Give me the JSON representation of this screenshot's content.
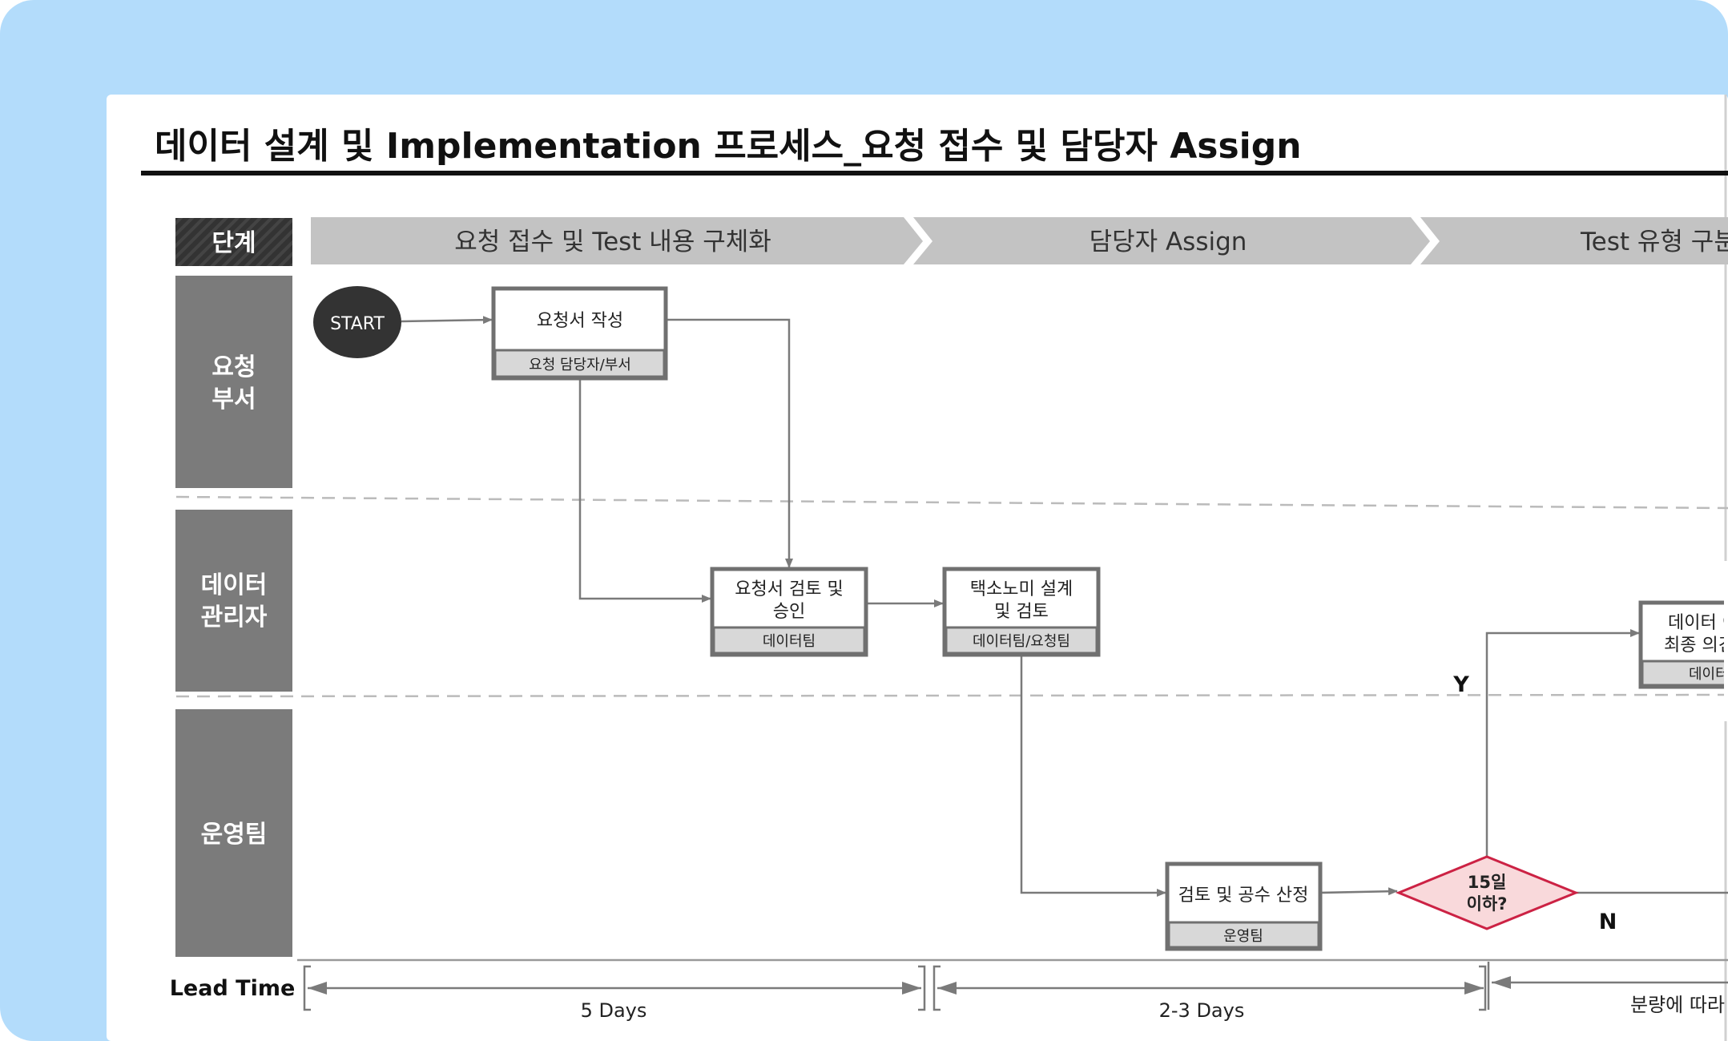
{
  "title": "데이터 설계 및 Implementation 프로세스_요청 접수 및 담당자 Assign",
  "stage_header": "단계",
  "phases": [
    "요청 접수 및 Test 내용 구체화",
    "담당자 Assign",
    "Test 유형 구분"
  ],
  "lanes": [
    {
      "line1": "요청",
      "line2": "부서"
    },
    {
      "line1": "데이터",
      "line2": "관리자"
    },
    {
      "line1": "운영팀",
      "line2": ""
    }
  ],
  "start_label": "START",
  "boxes": [
    {
      "line1": "요청서 작성",
      "line2": "",
      "owner": "요청 담당자/부서"
    },
    {
      "line1": "요청서 검토 및",
      "line2": "승인",
      "owner": "데이터팀"
    },
    {
      "line1": "택소노미 설계",
      "line2": "및 검토",
      "owner": "데이터팀/요청팀"
    },
    {
      "line1": "검토 및 공수 산정",
      "line2": "",
      "owner": "운영팀"
    },
    {
      "line1": "데이터 이",
      "line2": "최종 의견",
      "owner": "데이터"
    }
  ],
  "decision": {
    "line1": "15일",
    "line2": "이하?",
    "yes": "Y",
    "no": "N"
  },
  "lead_time": {
    "label": "Lead Time",
    "segments": [
      "5 Days",
      "2-3 Days",
      "분량에 따라"
    ]
  },
  "colors": {
    "background": "#b3dcfb",
    "lane": "#7b7b7b",
    "stage_header": "#333333",
    "phase_bar": "#c3c3c3",
    "decision_fill": "#f9d9db",
    "decision_stroke": "#cc2244"
  }
}
